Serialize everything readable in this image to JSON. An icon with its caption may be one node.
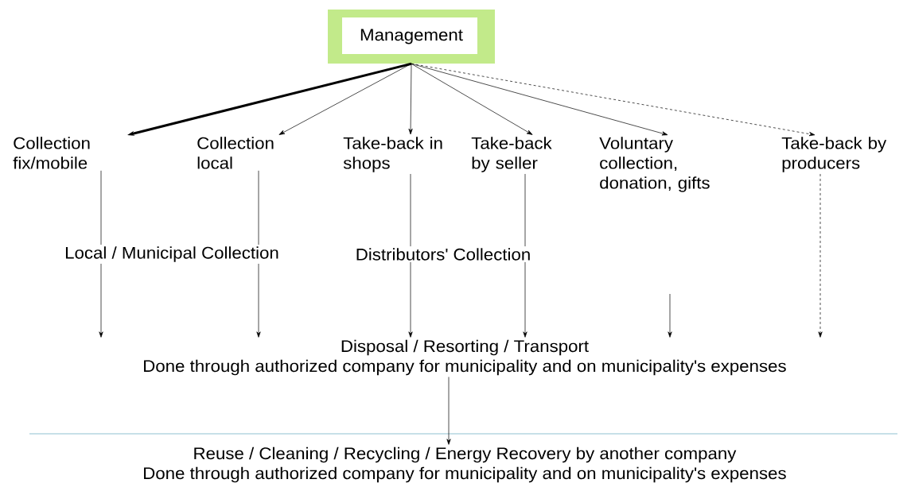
{
  "diagram": {
    "nodes": [
      {
        "text": [
          "Management"
        ]
      },
      {
        "text": [
          "Collection fix/mobile"
        ]
      },
      {
        "text": [
          "Collection local"
        ]
      },
      {
        "text": [
          "Take-back in shops"
        ]
      },
      {
        "text": [
          "Take-back by seller"
        ]
      },
      {
        "text": [
          "Voluntary collection, donation, gifts"
        ]
      },
      {
        "text": [
          "Take-back by producers"
        ]
      },
      {
        "text": [
          "Local / Municipal Collection"
        ]
      },
      {
        "text": [
          "Distributors' Collection"
        ]
      },
      {
        "text": [
          "Disposal / Resorting / Transport",
          "Done through authorized company for municipality and on municipality's expenses"
        ]
      },
      {
        "text": [
          "Reuse / Cleaning / Recycling / Energy Recovery by another company",
          "Done through authorized company for municipality and on municipality's expenses"
        ]
      }
    ],
    "edges": [
      {
        "from": 0,
        "to": 1,
        "arrow": "to",
        "style": "thick"
      },
      {
        "from": 0,
        "to": 2,
        "arrow": "to"
      },
      {
        "from": 0,
        "to": 3,
        "arrow": "to"
      },
      {
        "from": 0,
        "to": 4,
        "arrow": "to"
      },
      {
        "from": 0,
        "to": 5,
        "arrow": "to"
      },
      {
        "from": 0,
        "to": 6,
        "arrow": "to",
        "style": "dashed"
      },
      {
        "from": 1,
        "to": 7,
        "arrow": "none"
      },
      {
        "from": 2,
        "to": 7,
        "arrow": "none"
      },
      {
        "from": 7,
        "to": 9,
        "arrow": "to"
      },
      {
        "from": 7,
        "to": 9,
        "arrow": "to"
      },
      {
        "from": 3,
        "to": 8,
        "arrow": "none"
      },
      {
        "from": 4,
        "to": 8,
        "arrow": "none"
      },
      {
        "from": 8,
        "to": 9,
        "arrow": "to"
      },
      {
        "from": 8,
        "to": 9,
        "arrow": "to"
      },
      {
        "from": null,
        "to": 9,
        "arrow": "to"
      },
      {
        "from": 6,
        "to": 9,
        "arrow": "to",
        "style": "dashed"
      },
      {
        "from": 9,
        "to": 10,
        "arrow": "to"
      }
    ]
  }
}
